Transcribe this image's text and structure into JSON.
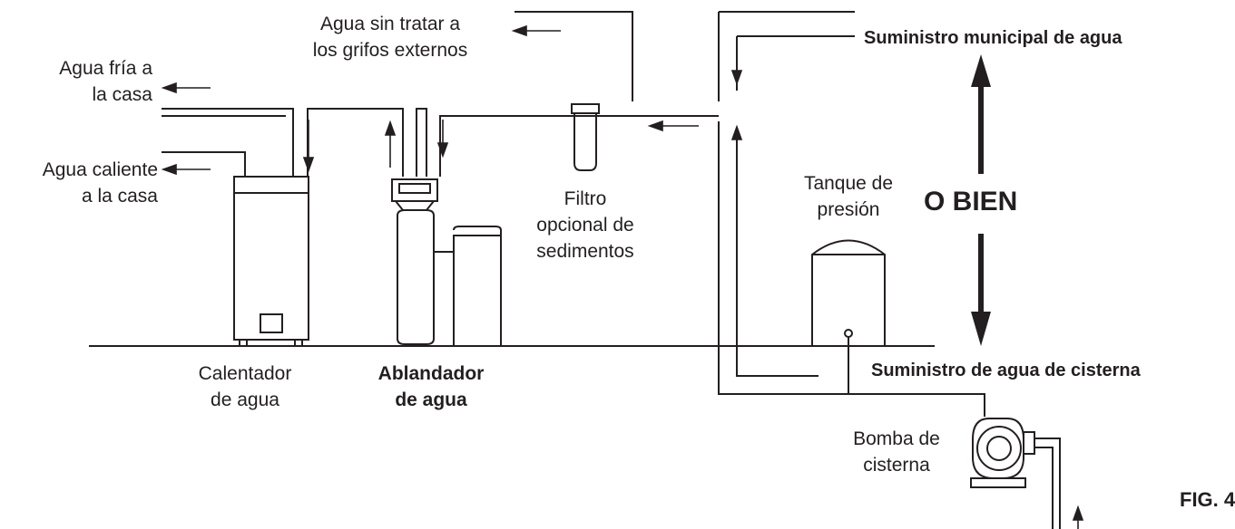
{
  "colors": {
    "ink": "#231f20",
    "background": "#ffffff"
  },
  "labels": {
    "untreated_water": [
      "Agua sin tratar a",
      "los grifos externos"
    ],
    "cold_water": [
      "Agua fría a",
      "la casa"
    ],
    "hot_water": [
      "Agua caliente",
      "a la casa"
    ],
    "sediment_filter": [
      "Filtro",
      "opcional de",
      "sedimentos"
    ],
    "pressure_tank": [
      "Tanque de",
      "presión"
    ],
    "municipal_supply": "Suministro municipal de agua",
    "either": "O BIEN",
    "well_supply": "Suministro de agua de cisterna",
    "water_heater": [
      "Calentador",
      "de agua"
    ],
    "softener": [
      "Ablandador",
      "de agua"
    ],
    "well_pump": [
      "Bomba de",
      "cisterna"
    ],
    "figure": "FIG. 4"
  }
}
